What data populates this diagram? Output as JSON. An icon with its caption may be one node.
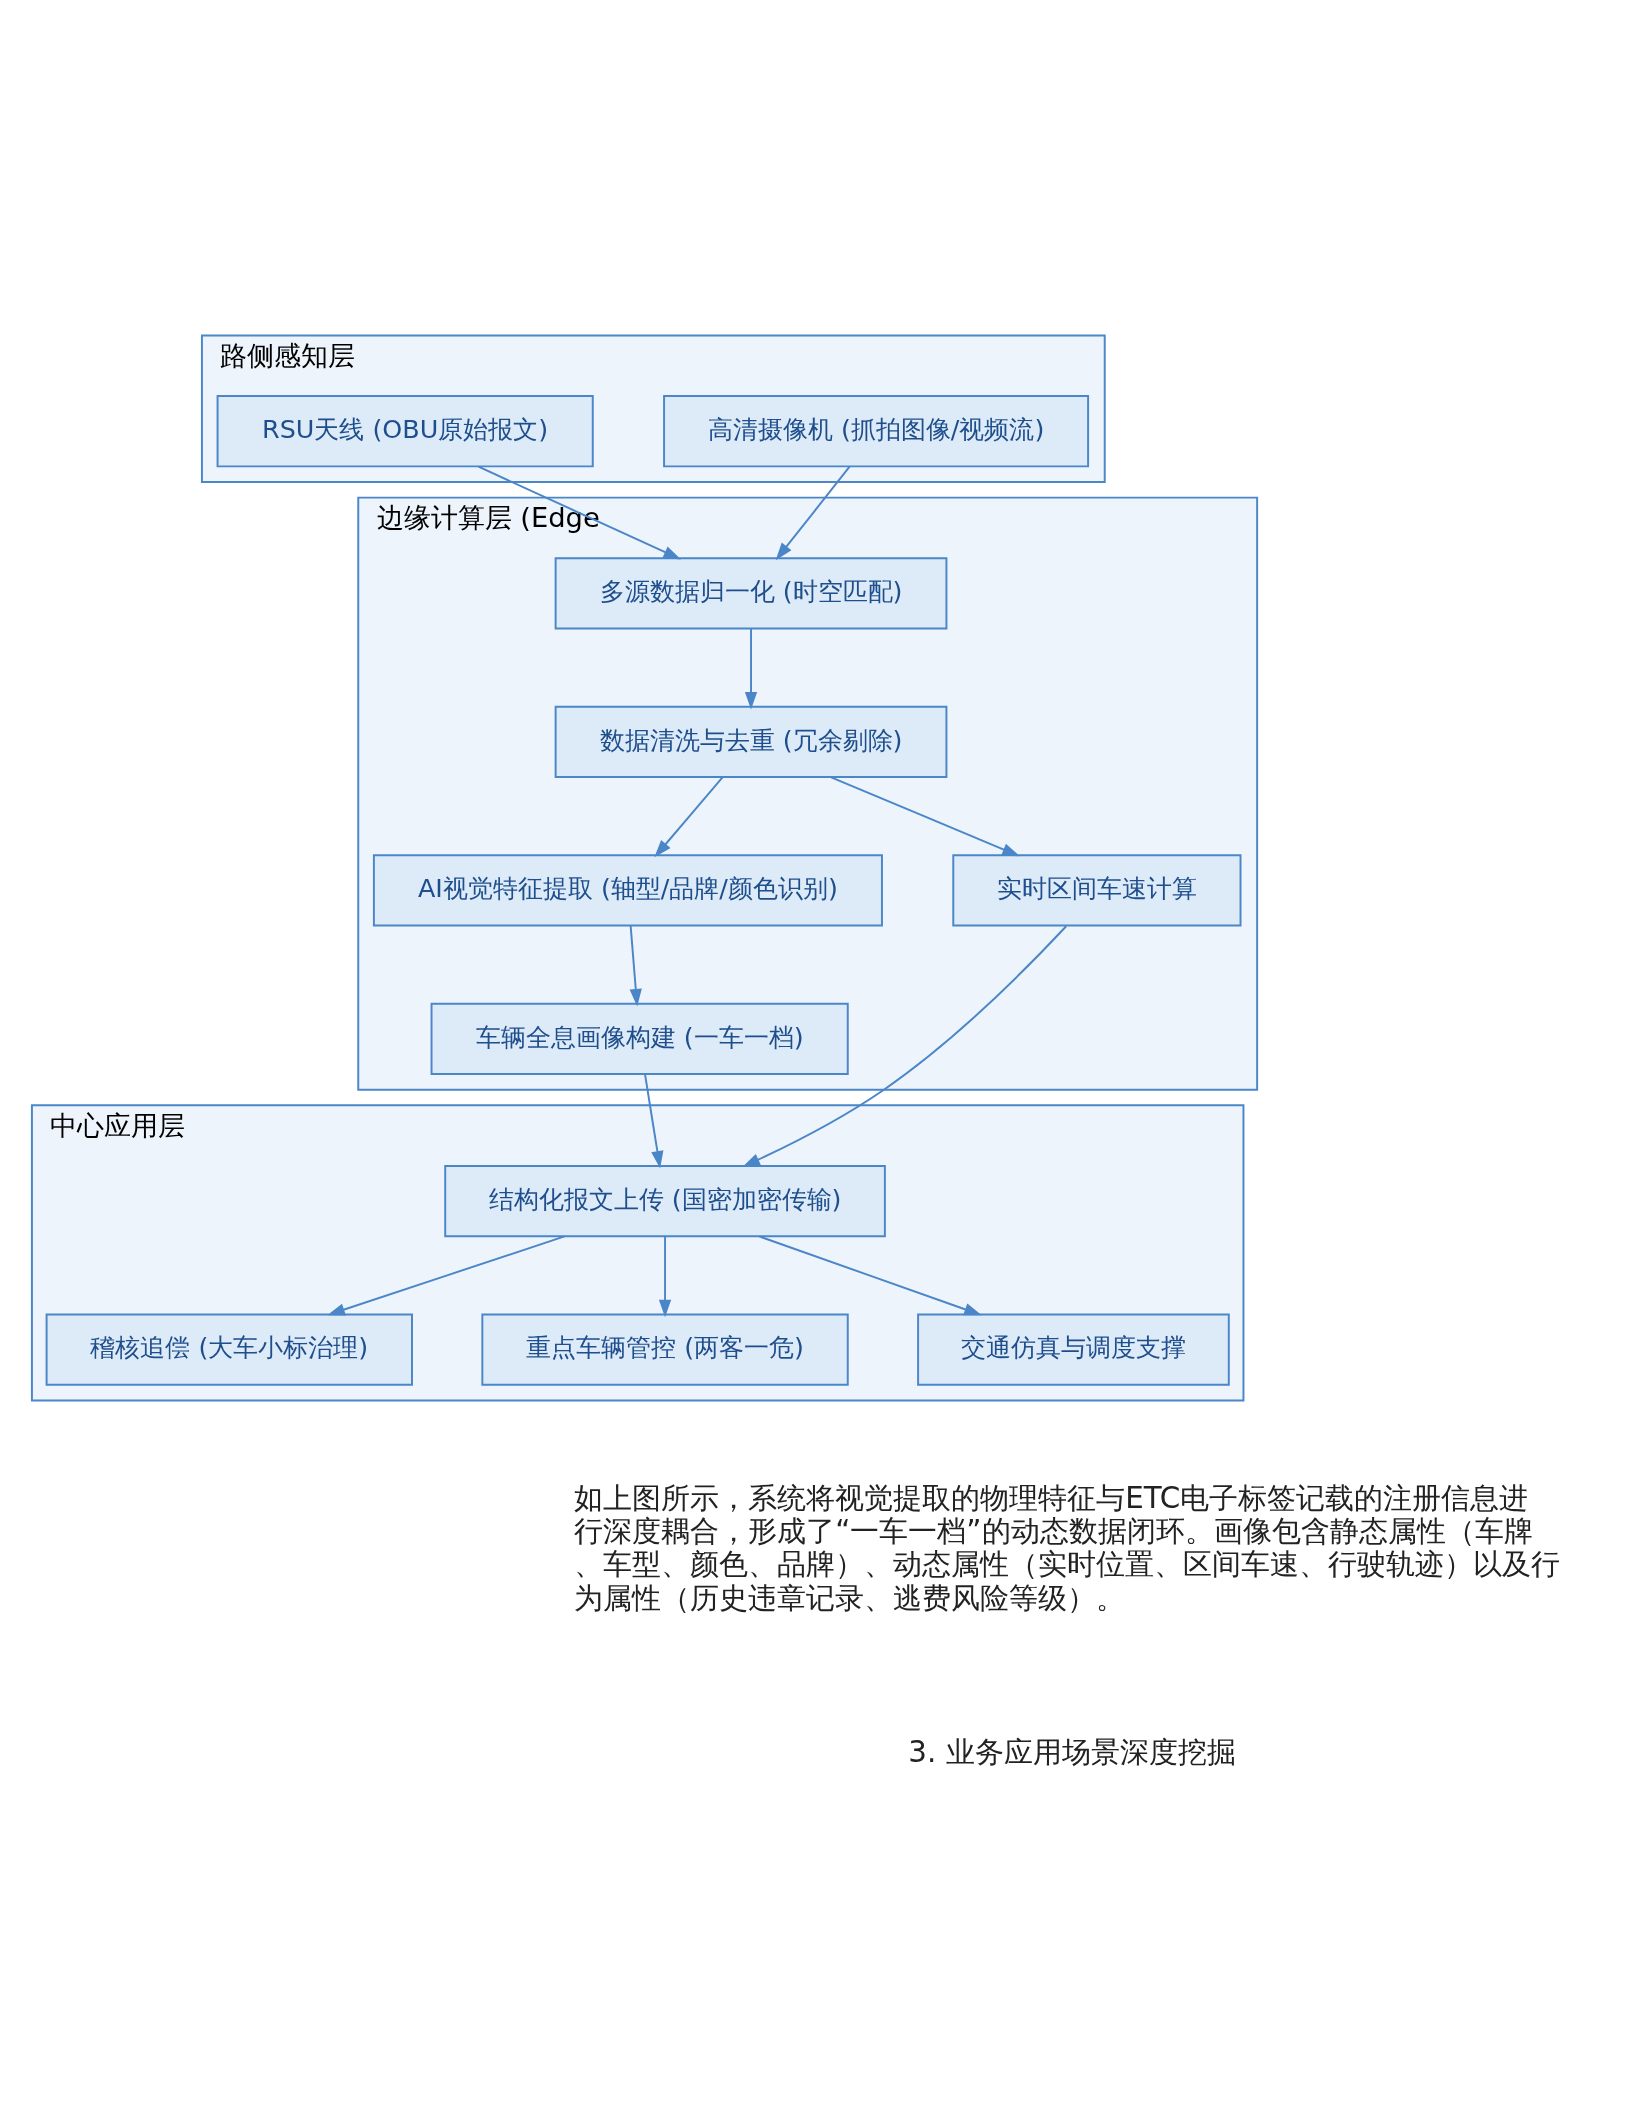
{
  "diagram": {
    "nodes": [
      {
        "text": [
          "路侧感知层"
        ]
      },
      {
        "text": [
          "RSU天线 (OBU原始报文)"
        ],
        "in": 0
      },
      {
        "text": [
          "高清摄像机 (抓拍图像/视频流)"
        ],
        "in": 0
      },
      {
        "text": [
          "边缘计算层 (Edge"
        ]
      },
      {
        "text": [
          "多源数据归一化 (时空匹配)"
        ],
        "in": 3
      },
      {
        "text": [
          "数据清洗与去重 (冗余剔除)"
        ],
        "in": 3
      },
      {
        "text": [
          "AI视觉特征提取 (轴型/品牌/颜色识别)"
        ],
        "in": 3
      },
      {
        "text": [
          "车辆全息画像构建 (一车一档)"
        ],
        "in": 3
      },
      {
        "text": [
          "实时区间车速计算"
        ],
        "in": 3
      },
      {
        "text": [
          "中心应用层"
        ]
      },
      {
        "text": [
          "结构化报文上传 (国密加密传输)"
        ],
        "in": 9
      },
      {
        "text": [
          "稽核追偿 (大车小标治理)"
        ],
        "in": 9
      },
      {
        "text": [
          "重点车辆管控 (两客一危)"
        ],
        "in": 9
      },
      {
        "text": [
          "交通仿真与调度支撑"
        ],
        "in": 9
      }
    ],
    "edges": [
      {
        "from": 1,
        "to": 4,
        "arrow": "to"
      },
      {
        "from": 2,
        "to": 4,
        "arrow": "to"
      },
      {
        "from": 4,
        "to": 5,
        "arrow": "to"
      },
      {
        "from": 5,
        "to": 6,
        "arrow": "to"
      },
      {
        "from": 5,
        "to": 8,
        "arrow": "to"
      },
      {
        "from": 6,
        "to": 7,
        "arrow": "to"
      },
      {
        "from": 7,
        "to": 10,
        "arrow": "to"
      },
      {
        "from": 8,
        "to": 10,
        "arrow": "to"
      },
      {
        "from": 10,
        "to": 11,
        "arrow": "to"
      },
      {
        "from": 10,
        "to": 12,
        "arrow": "to"
      },
      {
        "from": 10,
        "to": 13,
        "arrow": "to"
      }
    ],
    "labels": [
      "如上图所示，系统将视觉提取的物理特征与ETC电子标签记载的注册信息进行深度耦合，形成了“一车一档”的动态数据闭环。画像包含静态属性（车牌、车型、颜色、品牌）、动态属性（实时位置、区间车速、行驶轨迹）以及行为属性（历史违章记录、逃费风险等级）。",
      "3. 业务应用场景深度挖掘"
    ]
  }
}
